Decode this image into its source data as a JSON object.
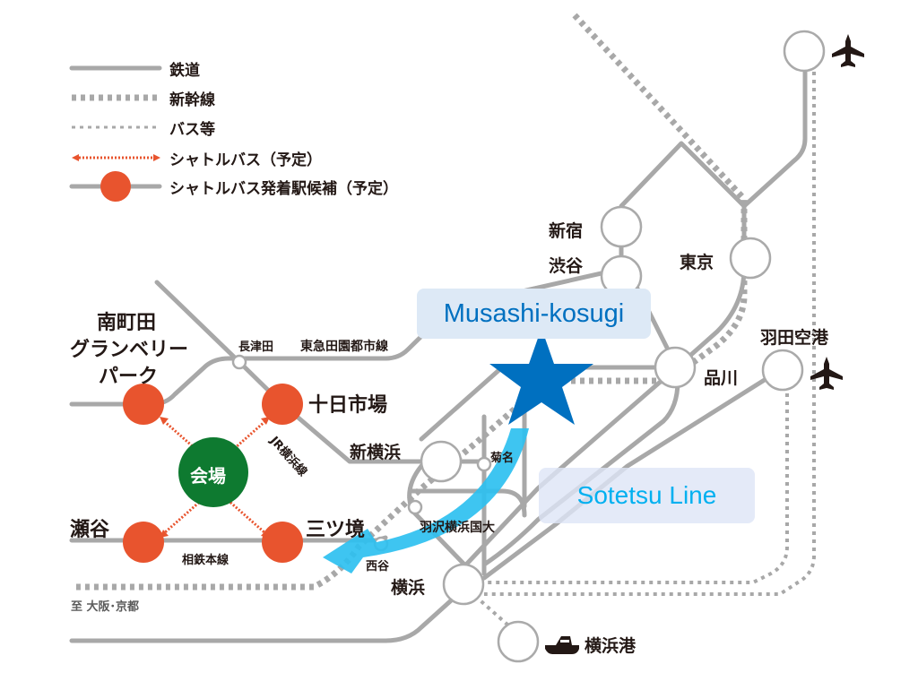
{
  "legend": {
    "items": [
      {
        "type": "railway",
        "label": "鉄道"
      },
      {
        "type": "shinkansen",
        "label": "新幹線"
      },
      {
        "type": "bus",
        "label": "バス等"
      },
      {
        "type": "shuttle-bus",
        "label": "シャトルバス（予定）"
      },
      {
        "type": "shuttle-stop",
        "label": "シャトルバス発着駅候補（予定）"
      }
    ]
  },
  "colors": {
    "rail": "#a8a8a8",
    "shuttle": "#e8542e",
    "venue": "#0e7a30",
    "star": "#0070c0",
    "route_arrow": "#2ec0f0",
    "callout_bg": "#dde9f6",
    "musashi_text": "#0070c0",
    "sotetsu_text": "#00b0f0"
  },
  "venue": {
    "label": "会場"
  },
  "shuttle_stops": [
    {
      "id": "minami-machida",
      "label": "南町田\nグランベリー\nパーク",
      "lines": [
        "南町田",
        "グランベリー",
        "パーク"
      ]
    },
    {
      "id": "tokaichiba",
      "label": "十日市場"
    },
    {
      "id": "seya",
      "label": "瀬谷"
    },
    {
      "id": "mitsukyo",
      "label": "三ツ境"
    }
  ],
  "stations": {
    "shinjuku": "新宿",
    "shibuya": "渋谷",
    "tokyo": "東京",
    "shinagawa": "品川",
    "haneda": "羽田空港",
    "shin_yokohama": "新横浜",
    "yokohama": "横浜",
    "yokohama_port": "横浜港",
    "nagatsuta": "長津田",
    "kikuna": "菊名",
    "hazawa": "羽沢横浜国大",
    "nishiya": "西谷"
  },
  "line_labels": {
    "denentoshi": "東急田園都市線",
    "jr_yokohama": "JR横浜線",
    "sotetsu_main": "相鉄本線",
    "to_osaka": "至 大阪･京都"
  },
  "callouts": {
    "musashi_kosugi": "Musashi-kosugi",
    "sotetsu_line": "Sotetsu Line"
  },
  "icons": {
    "airport_top": "airplane-icon",
    "airport_haneda": "airplane-icon",
    "port": "ship-icon",
    "destination": "star-icon"
  }
}
